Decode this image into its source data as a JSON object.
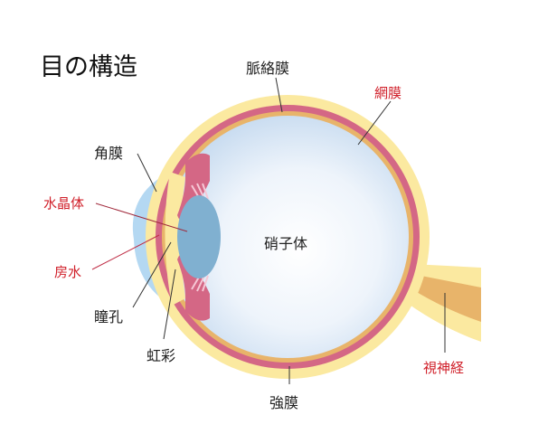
{
  "title": "目の構造",
  "labels": {
    "choroid": "脈絡膜",
    "retina": "網膜",
    "cornea": "角膜",
    "lens": "水晶体",
    "vitreous": "硝子体",
    "aqueous": "房水",
    "pupil": "瞳孔",
    "iris": "虹彩",
    "sclera": "強膜",
    "optic_nerve": "視神経"
  },
  "colors": {
    "sclera": "#fbe9a0",
    "choroid": "#d46785",
    "retina": "#e8b46a",
    "cornea": "#b4d8f2",
    "lens": "#80b0d0",
    "highlight_label": "#d0202a"
  }
}
